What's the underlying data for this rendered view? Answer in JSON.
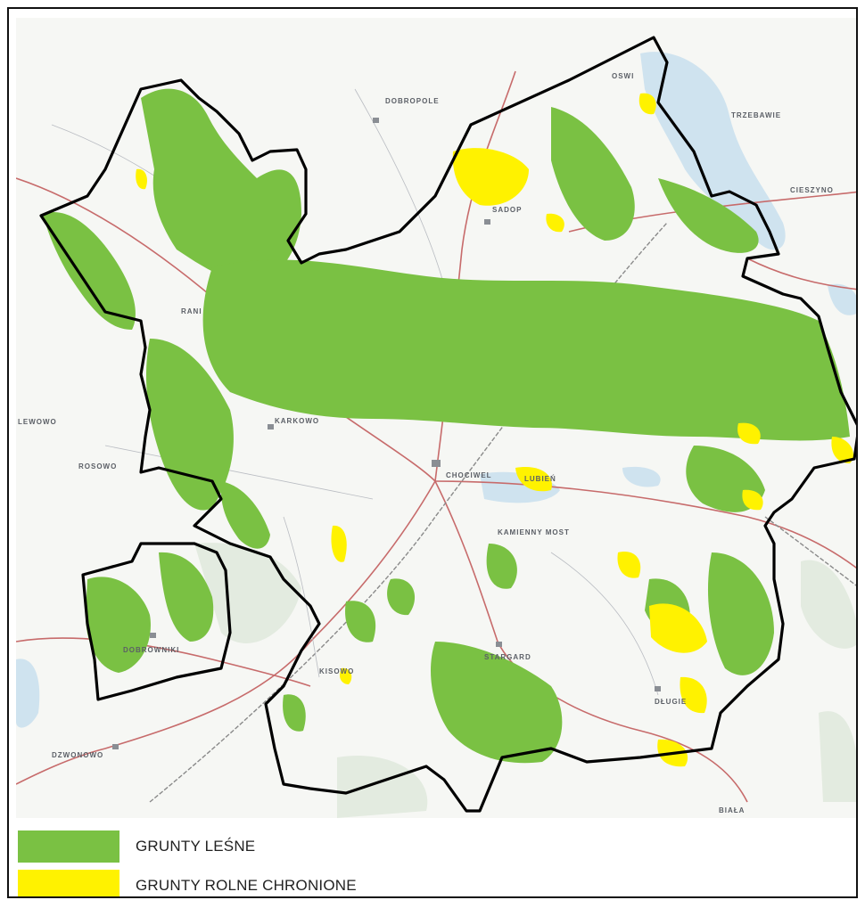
{
  "colors": {
    "forest": "#7ac143",
    "protected_farmland": "#fff200",
    "boundary": "#000000",
    "background": "#f6f7f4",
    "road": "#c76b6b",
    "water": "#cfe3ef",
    "rail": "#8a8a8a"
  },
  "map": {
    "place_names": [
      "DOBROPOLE",
      "OSWI",
      "TRZEBAWIE",
      "CIESZYNO",
      "SADOP",
      "RANI",
      "KARKOWO",
      "CHOCIWEL",
      "LUBIEŃ",
      "KAMIENNY MOST",
      "ROSOWO",
      "LEWOWO",
      "DOBROWNIKI",
      "STARGARD",
      "KISOWO",
      "DŁUGIE",
      "DZWONOWO",
      "BIAŁA"
    ]
  },
  "legend": {
    "items": [
      {
        "label": "GRUNTY LEŚNE",
        "color": "#7ac143"
      },
      {
        "label": "GRUNTY ROLNE CHRONIONE",
        "color": "#fff200"
      }
    ]
  }
}
